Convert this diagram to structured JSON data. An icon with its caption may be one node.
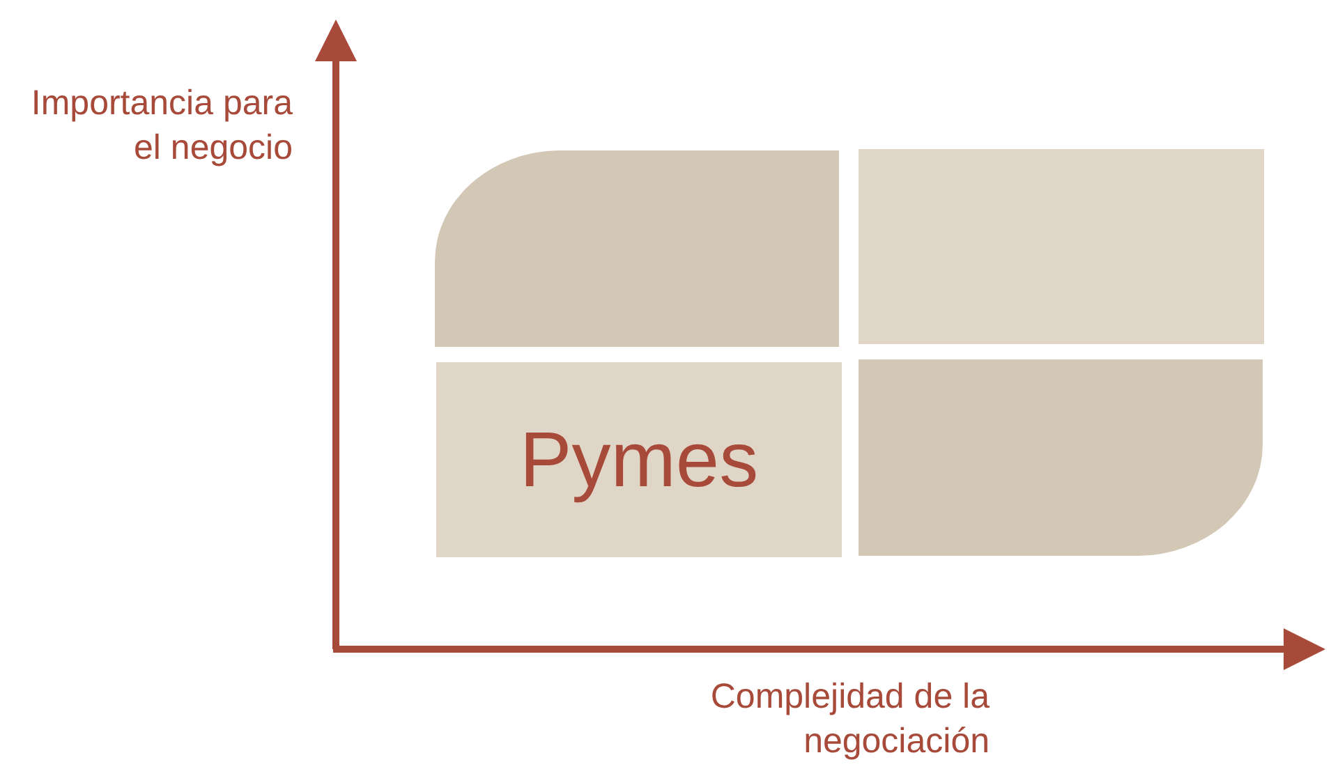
{
  "diagram": {
    "nodes": [
      {
        "text": [],
        "shape": "box"
      },
      {
        "text": [],
        "shape": "box"
      },
      {
        "text": [
          "Pymes"
        ]
      },
      {
        "text": [],
        "shape": "box"
      }
    ],
    "edges": [],
    "labels": [
      "Importancia para el negocio",
      "Complejidad de la negociación"
    ]
  }
}
